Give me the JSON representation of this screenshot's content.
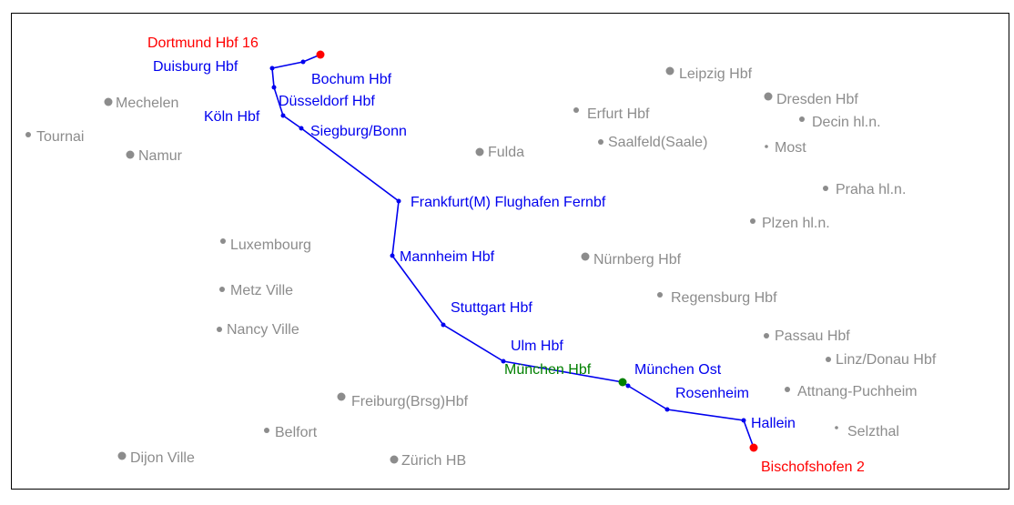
{
  "colors": {
    "route": "#0000ee",
    "origin": "#ff0000",
    "transfer": "#008000",
    "background_station": "#8c8c8c",
    "frame": "#000000"
  },
  "route_stations": [
    {
      "id": "dortmund",
      "label": "Dortmund Hbf 16",
      "role": "origin"
    },
    {
      "id": "bochum",
      "label": "Bochum Hbf",
      "role": "route"
    },
    {
      "id": "duisburg",
      "label": "Duisburg Hbf",
      "role": "route"
    },
    {
      "id": "duesseldorf",
      "label": "Düsseldorf Hbf",
      "role": "route"
    },
    {
      "id": "koeln",
      "label": "Köln Hbf",
      "role": "route"
    },
    {
      "id": "siegburg",
      "label": "Siegburg/Bonn",
      "role": "route"
    },
    {
      "id": "frankfurt-flughafen",
      "label": "Frankfurt(M) Flughafen Fernbf",
      "role": "route"
    },
    {
      "id": "mannheim",
      "label": "Mannheim Hbf",
      "role": "route"
    },
    {
      "id": "stuttgart",
      "label": "Stuttgart Hbf",
      "role": "route"
    },
    {
      "id": "ulm",
      "label": "Ulm Hbf",
      "role": "route"
    },
    {
      "id": "muenchen-hbf",
      "label": "München Hbf",
      "role": "transfer"
    },
    {
      "id": "muenchen-ost",
      "label": "München Ost",
      "role": "route"
    },
    {
      "id": "rosenheim",
      "label": "Rosenheim",
      "role": "route"
    },
    {
      "id": "hallein",
      "label": "Hallein",
      "role": "route"
    },
    {
      "id": "bischofshofen",
      "label": "Bischofshofen 2",
      "role": "destination"
    }
  ],
  "other_stations": [
    {
      "id": "leipzig",
      "label": "Leipzig Hbf"
    },
    {
      "id": "dresden",
      "label": "Dresden Hbf"
    },
    {
      "id": "decin",
      "label": "Decin hl.n."
    },
    {
      "id": "most",
      "label": "Most"
    },
    {
      "id": "erfurt",
      "label": "Erfurt Hbf"
    },
    {
      "id": "saalfeld",
      "label": "Saalfeld(Saale)"
    },
    {
      "id": "fulda",
      "label": "Fulda"
    },
    {
      "id": "mechelen",
      "label": "Mechelen"
    },
    {
      "id": "tournai",
      "label": "Tournai"
    },
    {
      "id": "namur",
      "label": "Namur"
    },
    {
      "id": "praha",
      "label": "Praha hl.n."
    },
    {
      "id": "plzen",
      "label": "Plzen hl.n."
    },
    {
      "id": "luxembourg",
      "label": "Luxembourg"
    },
    {
      "id": "nuernberg",
      "label": "Nürnberg Hbf"
    },
    {
      "id": "metz",
      "label": "Metz Ville"
    },
    {
      "id": "regensburg",
      "label": "Regensburg Hbf"
    },
    {
      "id": "nancy",
      "label": "Nancy Ville"
    },
    {
      "id": "passau",
      "label": "Passau Hbf"
    },
    {
      "id": "linz",
      "label": "Linz/Donau Hbf"
    },
    {
      "id": "attnang",
      "label": "Attnang-Puchheim"
    },
    {
      "id": "freiburg",
      "label": "Freiburg(Brsg)Hbf"
    },
    {
      "id": "belfort",
      "label": "Belfort"
    },
    {
      "id": "selzthal",
      "label": "Selzthal"
    },
    {
      "id": "dijon",
      "label": "Dijon Ville"
    },
    {
      "id": "zuerich",
      "label": "Zürich HB"
    }
  ]
}
